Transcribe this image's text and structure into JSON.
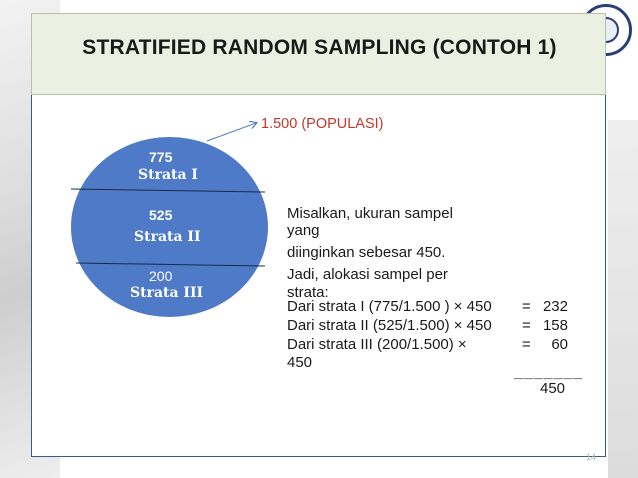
{
  "slide": {
    "title": "STRATIFIED RANDOM SAMPLING (CONTOH 1)",
    "population_label": "1.500 (POPULASI)",
    "page_number": "14"
  },
  "strata": [
    {
      "count": "775",
      "label": "Strata I"
    },
    {
      "count": "525",
      "label": "Strata II"
    },
    {
      "count": "200",
      "label": "Strata III"
    }
  ],
  "description": {
    "line1": "Misalkan,  ukuran sampel",
    "line2": "yang",
    "line3": "diinginkan sebesar 450.",
    "line4": "Jadi, alokasi sampel per",
    "line5": "strata:"
  },
  "calculations": [
    {
      "text": "Dari strata I (775/1.500 ) × 450",
      "eq": "=",
      "value": "232"
    },
    {
      "text": "Dari strata II (525/1.500) × 450",
      "eq": "=",
      "value": "158"
    },
    {
      "text": "Dari strata III (200/1.500) ×",
      "text2": "450",
      "eq": "=",
      "value": "60"
    }
  ],
  "sum_line": "_______",
  "total": "450",
  "colors": {
    "header_bg": "#ecf0e2",
    "ellipse": "#4f7ac7",
    "population_text": "#c0392b",
    "border": "#3a5a8a"
  }
}
